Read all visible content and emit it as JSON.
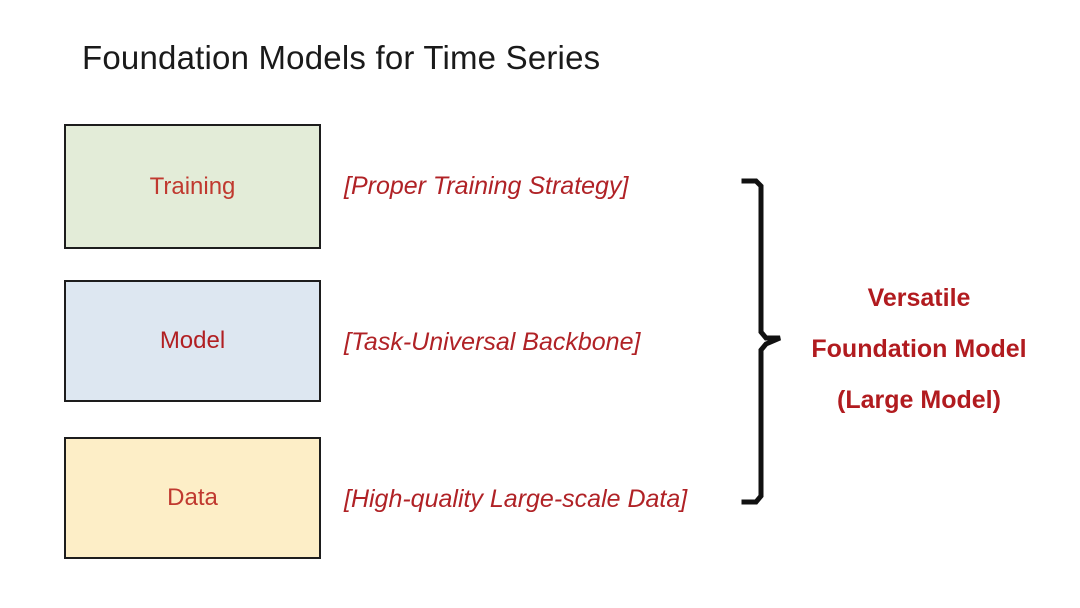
{
  "slide": {
    "title": "Foundation Models for Time Series",
    "background_color": "#ffffff",
    "title_color": "#1a1a1a"
  },
  "pillars": [
    {
      "key": "training",
      "label": "Training",
      "descriptor": "[Proper Training Strategy]",
      "fill_color": "#e3ecd8",
      "border_color": "#1d1d1d",
      "label_color": "#c0392f"
    },
    {
      "key": "model",
      "label": "Model",
      "descriptor": "[Task-Universal Backbone]",
      "fill_color": "#dde7f1",
      "border_color": "#1d1d1d",
      "label_color": "#b11f22"
    },
    {
      "key": "data",
      "label": "Data",
      "descriptor": "[High-quality Large-scale Data]",
      "fill_color": "#fdeec7",
      "border_color": "#1d1d1d",
      "label_color": "#c0392f"
    }
  ],
  "brace": {
    "icon": "right-curly-brace-icon",
    "color": "#111111",
    "orientation": "points-right"
  },
  "conclusion": {
    "line1": "Versatile",
    "line2": "Foundation Model",
    "line3": "(Large Model)",
    "color": "#b11b1f"
  }
}
